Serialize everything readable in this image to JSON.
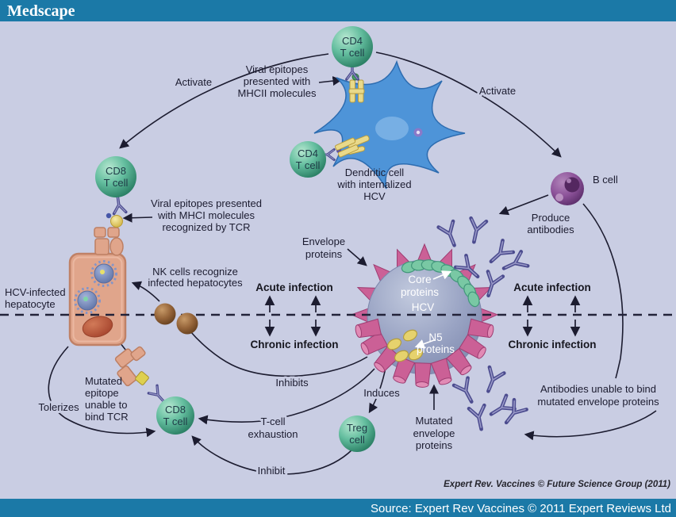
{
  "header": {
    "brand": "Medscape"
  },
  "footer": {
    "credit": "Expert Rev. Vaccines © Future Science Group (2011)",
    "source": "Source: Expert Rev Vaccines © 2011 Expert Reviews Ltd"
  },
  "cells": {
    "cd4_top": [
      "CD4",
      "T cell"
    ],
    "cd4_left": [
      "CD4",
      "T cell"
    ],
    "cd8_top": [
      "CD8",
      "T cell"
    ],
    "cd8_bottom": [
      "CD8",
      "T cell"
    ],
    "treg": [
      "Treg",
      "cell"
    ],
    "b_cell": "B cell"
  },
  "labels": {
    "activate": "Activate",
    "viral_epitopes_mhcii": [
      "Viral epitopes",
      "presented with",
      "MHCII molecules"
    ],
    "dendritic": [
      "Dendritic cell",
      "with internalized",
      "HCV"
    ],
    "produce_antibodies": [
      "Produce",
      "antibodies"
    ],
    "viral_epitopes_mhci": [
      "Viral epitopes presented",
      "with MHCI molecules",
      "recognized by TCR"
    ],
    "hcv_hepatocyte": [
      "HCV-infected",
      "hepatocyte"
    ],
    "nk_recognize": [
      "NK cells recognize",
      "infected hepatocytes"
    ],
    "acute": "Acute infection",
    "chronic": "Chronic infection",
    "envelope": [
      "Envelope",
      "proteins"
    ],
    "core": [
      "Core",
      "proteins"
    ],
    "hcv": "HCV",
    "n5": [
      "N5",
      "proteins"
    ],
    "inhibits": "Inhibits",
    "induces": "Induces",
    "t_cell_exhaustion": [
      "T-cell",
      "exhaustion"
    ],
    "inhibit": "Inhibit",
    "mutated_envelope": [
      "Mutated",
      "envelope",
      "proteins"
    ],
    "mutated_epitope": [
      "Mutated",
      "epitope",
      "unable to",
      "bind TCR"
    ],
    "tolerizes": "Tolerizes",
    "antibodies_unable": [
      "Antibodies unable to bind",
      "mutated envelope proteins"
    ]
  },
  "colors": {
    "bar": "#1b79a7",
    "background": "#c9cde3",
    "t_cell": "#3a9179",
    "b_cell": "#8d539a",
    "nk_cell": "#96653a",
    "virus_body": "#98a2c4",
    "virus_spike": "#cb6096",
    "hepatocyte": "#e0a58b",
    "antibody": "#4c4c8f",
    "core_protein": "#79c8a4",
    "n5_protein": "#e6d26d",
    "text": "#1c1c30"
  }
}
